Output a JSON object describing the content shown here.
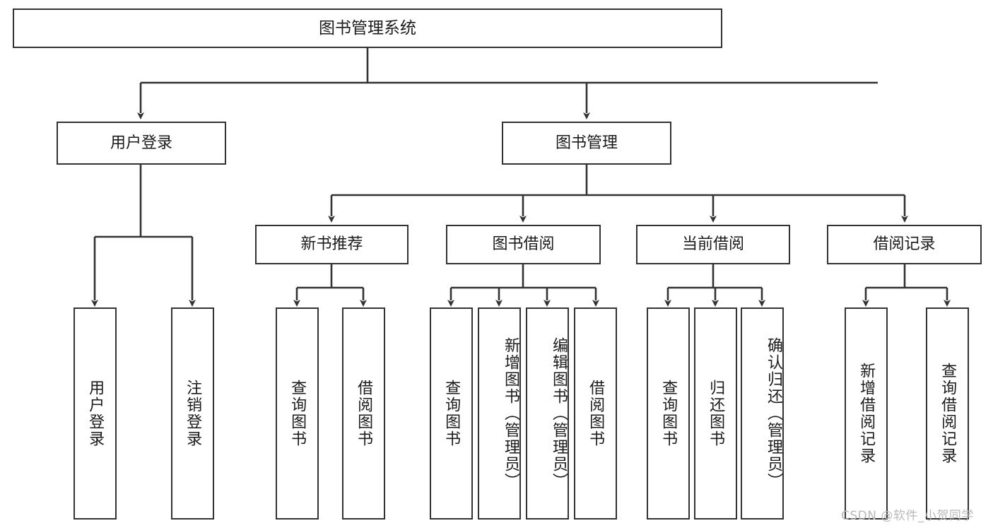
{
  "diagram": {
    "title": "图书管理系统",
    "type": "functional-structure-tree",
    "root": {
      "id": "root",
      "label": "图书管理系统"
    },
    "level2": [
      {
        "id": "user-login",
        "label": "用户登录"
      },
      {
        "id": "book-manage",
        "label": "图书管理"
      }
    ],
    "level3": [
      {
        "id": "new-book-recommend",
        "label": "新书推荐",
        "parent": "book-manage"
      },
      {
        "id": "book-borrow",
        "label": "图书借阅",
        "parent": "book-manage"
      },
      {
        "id": "current-borrow",
        "label": "当前借阅",
        "parent": "book-manage"
      },
      {
        "id": "borrow-record",
        "label": "借阅记录",
        "parent": "book-manage"
      }
    ],
    "leaves": [
      {
        "id": "leaf-user-login",
        "label": "用户登录",
        "parent": "user-login"
      },
      {
        "id": "leaf-logout",
        "label": "注销登录",
        "parent": "user-login"
      },
      {
        "id": "leaf-query-book-1",
        "label": "查询图书",
        "parent": "new-book-recommend"
      },
      {
        "id": "leaf-borrow-book-1",
        "label": "借阅图书",
        "parent": "new-book-recommend"
      },
      {
        "id": "leaf-query-book-2",
        "label": "查询图书",
        "parent": "book-borrow"
      },
      {
        "id": "leaf-add-book",
        "label": "新增图书（管理员）",
        "parent": "book-borrow"
      },
      {
        "id": "leaf-edit-book",
        "label": "编辑图书（管理员）",
        "parent": "book-borrow"
      },
      {
        "id": "leaf-borrow-book-2",
        "label": "借阅图书",
        "parent": "book-borrow"
      },
      {
        "id": "leaf-query-book-3",
        "label": "查询图书",
        "parent": "current-borrow"
      },
      {
        "id": "leaf-return-book",
        "label": "归还图书",
        "parent": "current-borrow"
      },
      {
        "id": "leaf-confirm-return",
        "label": "确认归还（管理员）",
        "parent": "current-borrow"
      },
      {
        "id": "leaf-add-record",
        "label": "新增借阅记录",
        "parent": "borrow-record"
      },
      {
        "id": "leaf-query-record",
        "label": "查询借阅记录",
        "parent": "borrow-record"
      }
    ],
    "colors": {
      "stroke": "#333333",
      "background": "#ffffff",
      "text": "#1b1b1b",
      "watermark": "#b9b9b9"
    }
  },
  "watermark": {
    "text": "CSDN @软件_小贺同学"
  }
}
